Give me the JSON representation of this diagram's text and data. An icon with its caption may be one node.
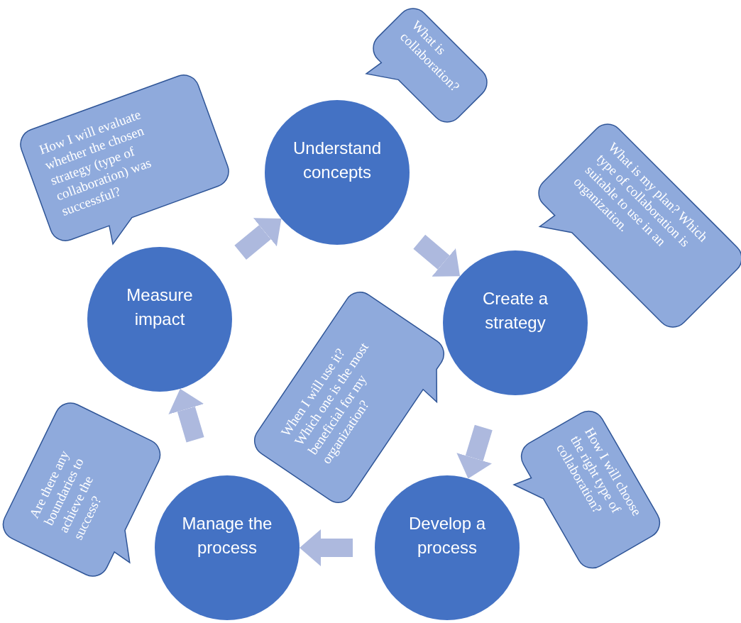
{
  "diagram": {
    "nodes": [
      {
        "text": [
          "What is collaboration?"
        ]
      },
      {
        "text": [
          "How I will evaluate whether the chosen strategy (type of collaboration) was successful?"
        ]
      },
      {
        "text": [
          "Understand concepts"
        ]
      },
      {
        "text": [
          "What is my plan? Which type of collaboration is suitable to use in an organization."
        ]
      },
      {
        "text": [
          "Measure impact"
        ]
      },
      {
        "text": [
          "Create a strategy"
        ]
      },
      {
        "text": [
          "When I will use it? Which one is the most beneficial for my organization?"
        ]
      },
      {
        "text": [
          "Are there any boundaries to achieve the success?"
        ]
      },
      {
        "text": [
          "How I will choose the right type of collaboration?"
        ]
      },
      {
        "text": [
          "Manage the process"
        ]
      },
      {
        "text": [
          "Develop a process"
        ]
      }
    ],
    "edges": [
      {
        "from": 2,
        "to": 5,
        "arrow": "to"
      },
      {
        "from": 5,
        "to": 10,
        "arrow": "to"
      },
      {
        "from": 10,
        "to": 9,
        "arrow": "to"
      },
      {
        "from": 9,
        "to": 4,
        "arrow": "to"
      },
      {
        "from": 4,
        "to": 2,
        "arrow": "to"
      }
    ]
  }
}
